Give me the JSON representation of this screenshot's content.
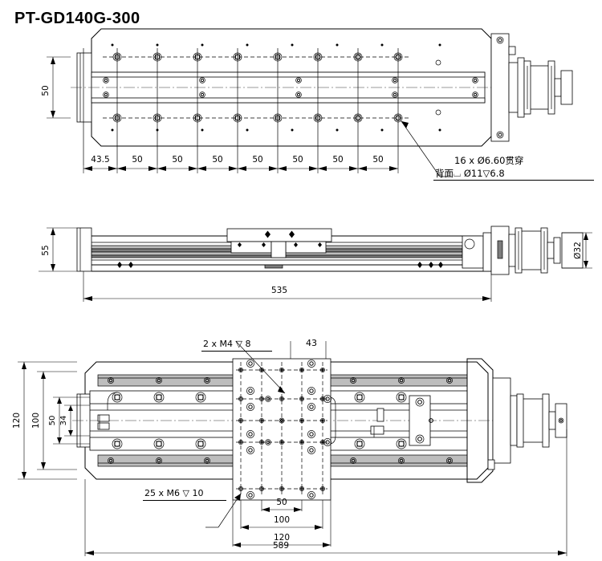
{
  "drawing": {
    "title": "PT-GD140G-300",
    "type": "engineering-drawing",
    "product": "linear motorized translation stage"
  },
  "views": {
    "top": {
      "name": "top-view",
      "height_dim": "50",
      "hole_pitch_dims": [
        "43.5",
        "50",
        "50",
        "50",
        "50",
        "50",
        "50",
        "50"
      ],
      "callout_line1": "16 x  Ø6.60贯穿",
      "callout_line2": "背面⌴  Ø11▽6.8"
    },
    "side": {
      "name": "side-view",
      "height_dim": "55",
      "length_dim": "535",
      "motor_dia_dim": "Ø32"
    },
    "bottom": {
      "name": "bottom-view",
      "width_dims": [
        "120",
        "100",
        "50",
        "34"
      ],
      "carriage_dims": [
        "50",
        "100",
        "120"
      ],
      "offset_dim": "43",
      "overall_length_dim": "589",
      "callout_m4": "2 x M4 ▽ 8",
      "callout_m6": "25 x M6 ▽ 10"
    }
  },
  "colors": {
    "line": "#000000",
    "background": "#ffffff",
    "rail_dark": "#7d7d7d",
    "rail_mid": "#bdbdbd"
  }
}
